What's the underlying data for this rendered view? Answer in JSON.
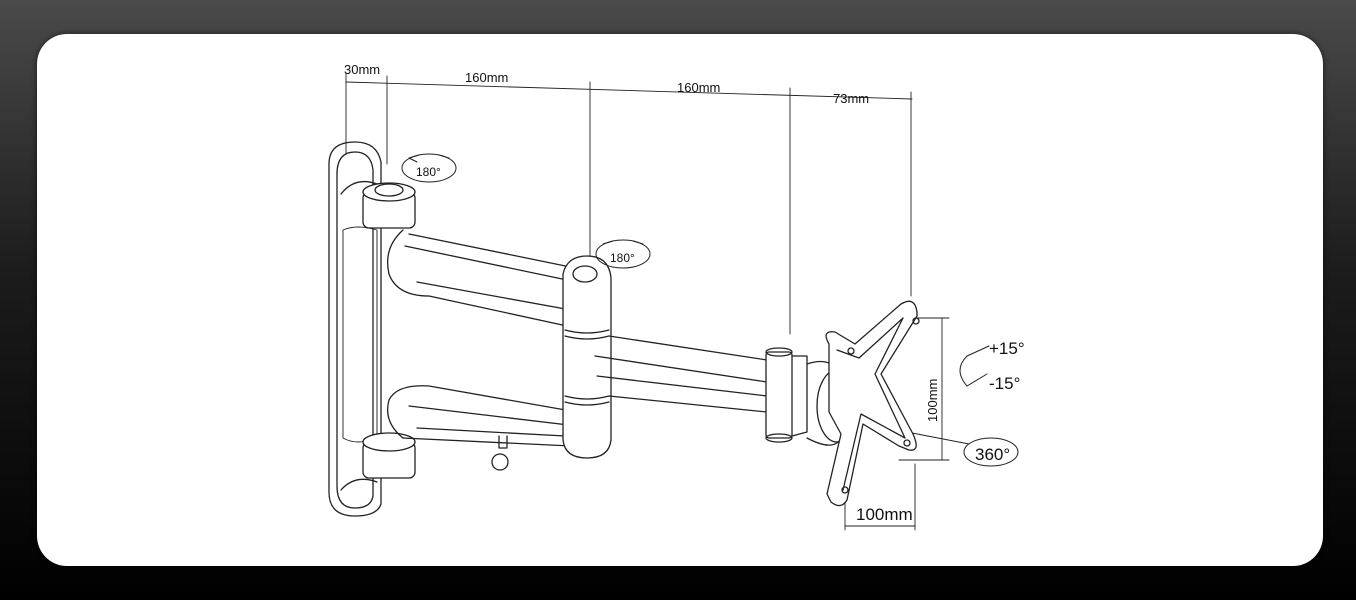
{
  "dimensions": {
    "wall_offset": "30mm",
    "arm_one": "160mm",
    "arm_two": "160mm",
    "head_depth": "73mm",
    "vesa_height": "100mm",
    "vesa_width": "100mm"
  },
  "rotations": {
    "wall_pivot": "180°",
    "elbow_pivot": "180°",
    "tilt_up": "+15°",
    "tilt_down": "-15°",
    "swivel": "360°"
  },
  "colors": {
    "line": "#222222",
    "background": "#ffffff",
    "frame_outer": "#2a2a2a"
  }
}
